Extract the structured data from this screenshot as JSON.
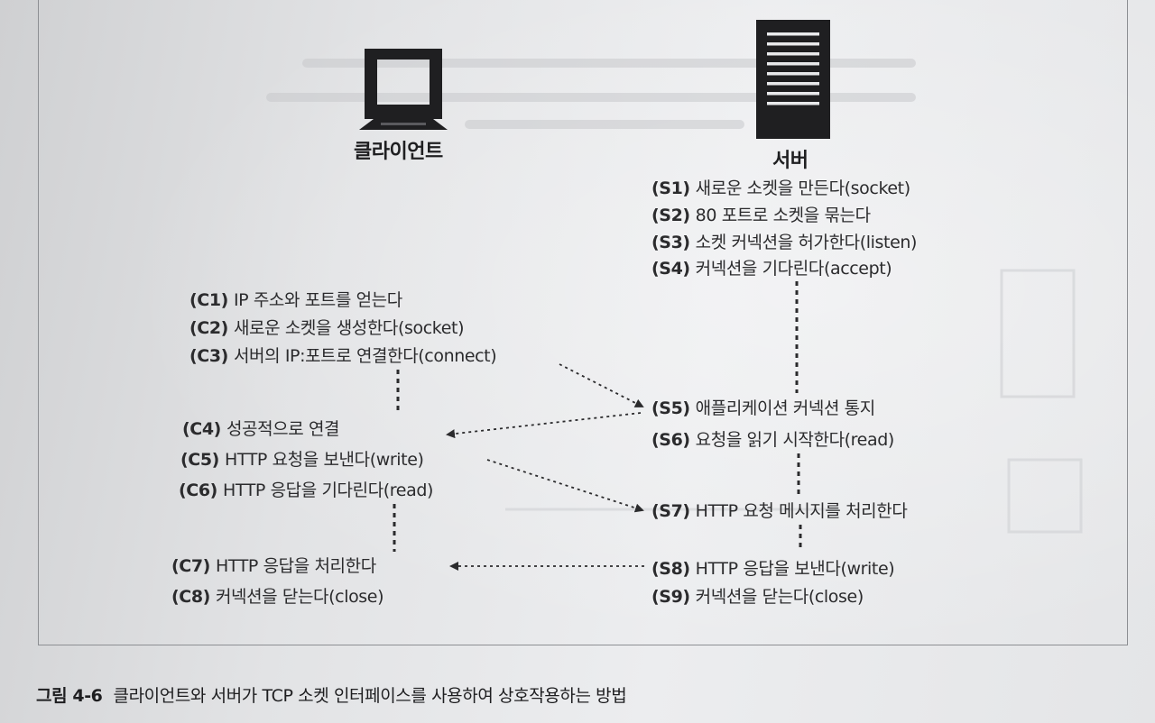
{
  "diagram": {
    "client_label": "클라이언트",
    "server_label": "서버",
    "server_steps": [
      {
        "id": "(S1)",
        "text": "새로운 소켓을 만든다(socket)"
      },
      {
        "id": "(S2)",
        "text": "80 포트로 소켓을 묶는다"
      },
      {
        "id": "(S3)",
        "text": "소켓 커넥션을 허가한다(listen)"
      },
      {
        "id": "(S4)",
        "text": "커넥션을 기다린다(accept)"
      },
      {
        "id": "(S5)",
        "text": "애플리케이션 커넥션 통지"
      },
      {
        "id": "(S6)",
        "text": "요청을 읽기 시작한다(read)"
      },
      {
        "id": "(S7)",
        "text": "HTTP 요청 메시지를 처리한다"
      },
      {
        "id": "(S8)",
        "text": "HTTP 응답을 보낸다(write)"
      },
      {
        "id": "(S9)",
        "text": "커넥션을 닫는다(close)"
      }
    ],
    "client_steps": [
      {
        "id": "(C1)",
        "text": "IP 주소와 포트를 얻는다"
      },
      {
        "id": "(C2)",
        "text": "새로운 소켓을 생성한다(socket)"
      },
      {
        "id": "(C3)",
        "text": "서버의 IP:포트로 연결한다(connect)"
      },
      {
        "id": "(C4)",
        "text": "성공적으로 연결"
      },
      {
        "id": "(C5)",
        "text": "HTTP 요청을 보낸다(write)"
      },
      {
        "id": "(C6)",
        "text": "HTTP 응답을 기다린다(read)"
      },
      {
        "id": "(C7)",
        "text": "HTTP 응답을 처리한다"
      },
      {
        "id": "(C8)",
        "text": "커넥션을 닫는다(close)"
      }
    ],
    "colors": {
      "ink": "#2b2b2d",
      "icon": "#1f1f21",
      "frame": "#8d8f93"
    }
  },
  "caption": {
    "figure_number": "그림 4-6",
    "text": "클라이언트와 서버가 TCP 소켓 인터페이스를 사용하여 상호작용하는 방법"
  }
}
